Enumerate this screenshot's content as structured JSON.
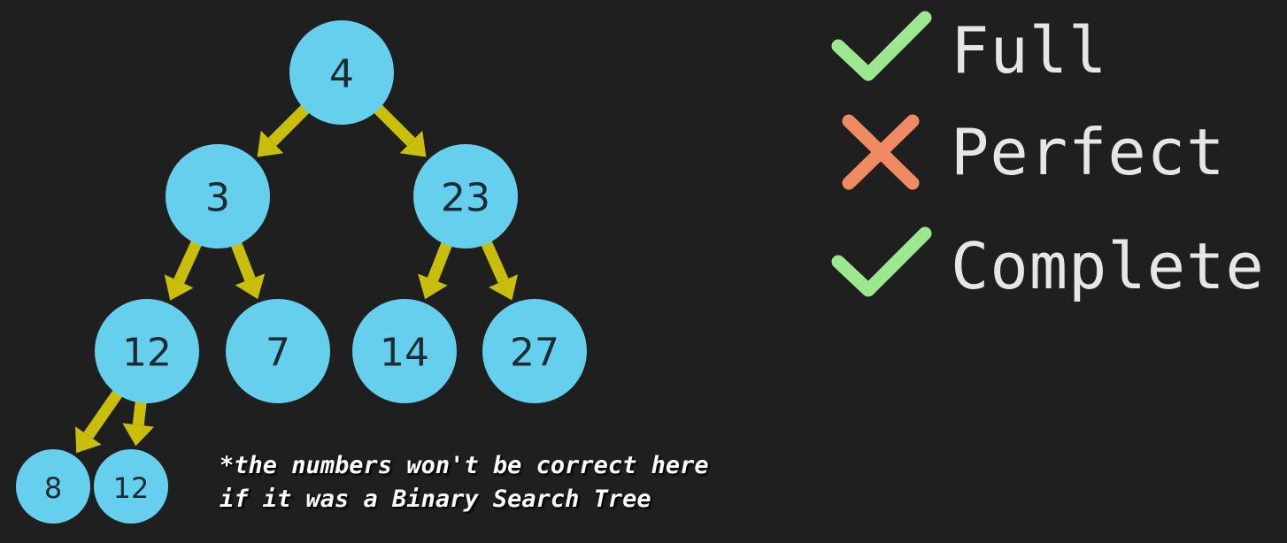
{
  "tree": {
    "nodes": [
      {
        "id": "n4",
        "value": "4"
      },
      {
        "id": "n3",
        "value": "3"
      },
      {
        "id": "n23",
        "value": "23"
      },
      {
        "id": "n12a",
        "value": "12"
      },
      {
        "id": "n7",
        "value": "7"
      },
      {
        "id": "n14",
        "value": "14"
      },
      {
        "id": "n27",
        "value": "27"
      },
      {
        "id": "n8",
        "value": "8"
      },
      {
        "id": "n12b",
        "value": "12"
      }
    ],
    "edges": [
      [
        "n4",
        "n3"
      ],
      [
        "n4",
        "n23"
      ],
      [
        "n3",
        "n12a"
      ],
      [
        "n3",
        "n7"
      ],
      [
        "n23",
        "n14"
      ],
      [
        "n23",
        "n27"
      ],
      [
        "n12a",
        "n8"
      ],
      [
        "n12a",
        "n12b"
      ]
    ],
    "node_color": "#67cfee",
    "edge_color": "#c9be0c"
  },
  "legend": [
    {
      "label": "Full",
      "status": "check",
      "icon": "check-icon",
      "color": "#9ce88f"
    },
    {
      "label": "Perfect",
      "status": "cross",
      "icon": "cross-icon",
      "color": "#ef8a62"
    },
    {
      "label": "Complete",
      "status": "check",
      "icon": "check-icon",
      "color": "#9ce88f"
    }
  ],
  "footnote": {
    "line1": "*the numbers won't be correct here",
    "line2": "if it was a Binary Search Tree"
  }
}
